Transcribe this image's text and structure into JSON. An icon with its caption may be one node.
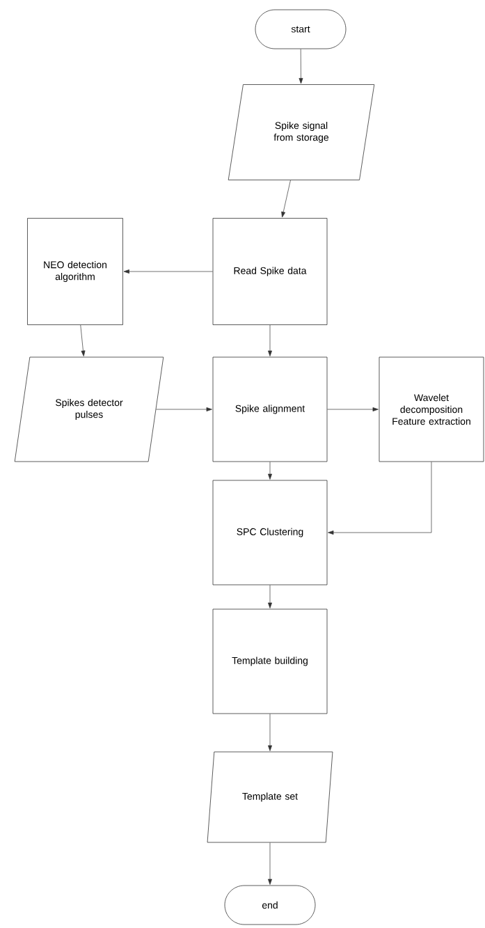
{
  "diagram": {
    "nodes": [
      {
        "text": [
          "start"
        ]
      },
      {
        "text": [
          "Spike signal from storage"
        ]
      },
      {
        "text": [
          "Read Spike data"
        ]
      },
      {
        "text": [
          "NEO detection algorithm"
        ]
      },
      {
        "text": [
          "Spikes detector pulses"
        ]
      },
      {
        "text": [
          "Spike alignment"
        ]
      },
      {
        "text": [
          "Wavelet decomposition Feature extraction"
        ]
      },
      {
        "text": [
          "SPC Clustering"
        ]
      },
      {
        "text": [
          "Template building"
        ]
      },
      {
        "text": [
          "Template set"
        ]
      },
      {
        "text": [
          "end"
        ]
      }
    ],
    "edges": [
      {
        "from": 0,
        "to": 1,
        "arrow": "to"
      },
      {
        "from": 1,
        "to": 2,
        "arrow": "to"
      },
      {
        "from": 2,
        "to": 3,
        "arrow": "to"
      },
      {
        "from": 3,
        "to": 4,
        "arrow": "to"
      },
      {
        "from": 4,
        "to": 5,
        "arrow": "to"
      },
      {
        "from": 2,
        "to": 5,
        "arrow": "to"
      },
      {
        "from": 5,
        "to": 6,
        "arrow": "to"
      },
      {
        "from": 5,
        "to": 7,
        "arrow": "to"
      },
      {
        "from": 6,
        "to": 7,
        "arrow": "to"
      },
      {
        "from": 7,
        "to": 8,
        "arrow": "to"
      },
      {
        "from": 8,
        "to": 9,
        "arrow": "to"
      },
      {
        "from": 9,
        "to": 10,
        "arrow": "to"
      }
    ]
  }
}
